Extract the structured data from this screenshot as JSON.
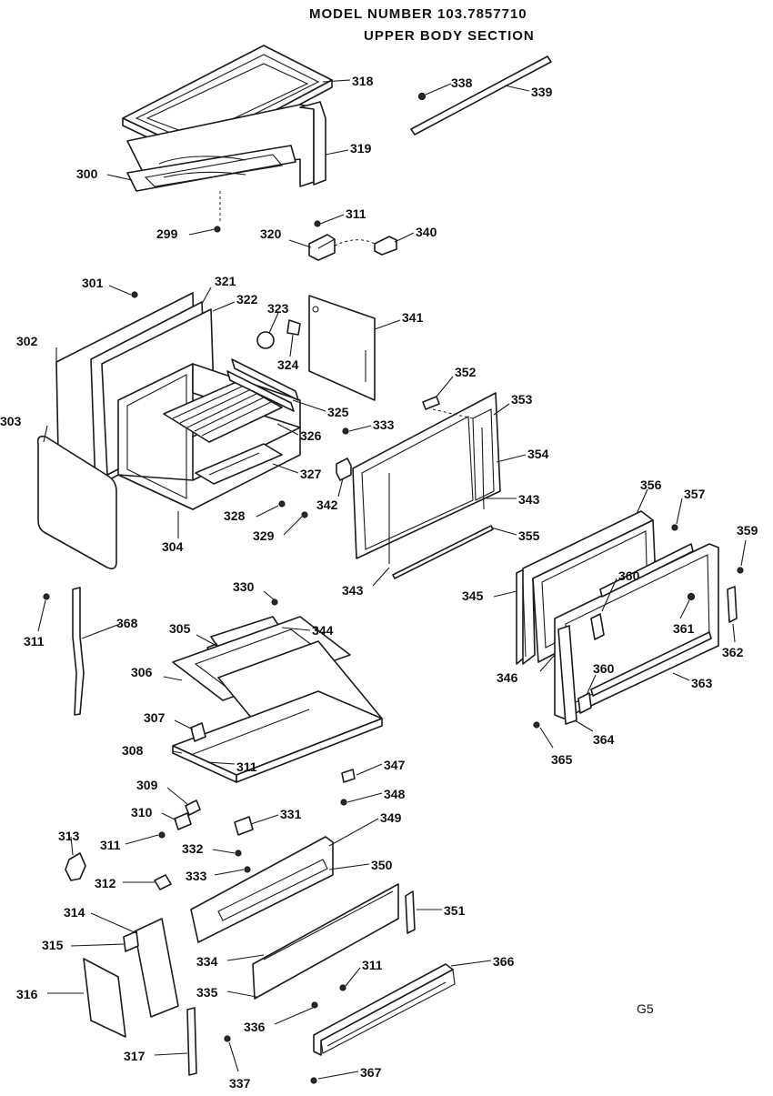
{
  "title": {
    "line1": "MODEL NUMBER 103.7857710",
    "line2": "UPPER BODY SECTION"
  },
  "page_code": "G5",
  "parts": [
    {
      "id": "p318",
      "num": "318"
    },
    {
      "id": "p338",
      "num": "338"
    },
    {
      "id": "p339",
      "num": "339"
    },
    {
      "id": "p319",
      "num": "319"
    },
    {
      "id": "p300",
      "num": "300"
    },
    {
      "id": "p311a",
      "num": "311"
    },
    {
      "id": "p299",
      "num": "299"
    },
    {
      "id": "p320",
      "num": "320"
    },
    {
      "id": "p340",
      "num": "340"
    },
    {
      "id": "p301",
      "num": "301"
    },
    {
      "id": "p321",
      "num": "321"
    },
    {
      "id": "p322",
      "num": "322"
    },
    {
      "id": "p323",
      "num": "323"
    },
    {
      "id": "p341",
      "num": "341"
    },
    {
      "id": "p302",
      "num": "302"
    },
    {
      "id": "p324",
      "num": "324"
    },
    {
      "id": "p352",
      "num": "352"
    },
    {
      "id": "p353",
      "num": "353"
    },
    {
      "id": "p325",
      "num": "325"
    },
    {
      "id": "p303",
      "num": "303"
    },
    {
      "id": "p326",
      "num": "326"
    },
    {
      "id": "p333a",
      "num": "333"
    },
    {
      "id": "p354",
      "num": "354"
    },
    {
      "id": "p327",
      "num": "327"
    },
    {
      "id": "p342",
      "num": "342"
    },
    {
      "id": "p343a",
      "num": "343"
    },
    {
      "id": "p356",
      "num": "356"
    },
    {
      "id": "p357",
      "num": "357"
    },
    {
      "id": "p328",
      "num": "328"
    },
    {
      "id": "p355",
      "num": "355"
    },
    {
      "id": "p359",
      "num": "359"
    },
    {
      "id": "p329",
      "num": "329"
    },
    {
      "id": "p304",
      "num": "304"
    },
    {
      "id": "p343b",
      "num": "343"
    },
    {
      "id": "p360a",
      "num": "360"
    },
    {
      "id": "p345",
      "num": "345"
    },
    {
      "id": "p330",
      "num": "330"
    },
    {
      "id": "p311b",
      "num": "311"
    },
    {
      "id": "p368",
      "num": "368"
    },
    {
      "id": "p305",
      "num": "305"
    },
    {
      "id": "p344",
      "num": "344"
    },
    {
      "id": "p361",
      "num": "361"
    },
    {
      "id": "p362",
      "num": "362"
    },
    {
      "id": "p346",
      "num": "346"
    },
    {
      "id": "p360b",
      "num": "360"
    },
    {
      "id": "p363",
      "num": "363"
    },
    {
      "id": "p306",
      "num": "306"
    },
    {
      "id": "p307",
      "num": "307"
    },
    {
      "id": "p364",
      "num": "364"
    },
    {
      "id": "p308",
      "num": "308"
    },
    {
      "id": "p311c",
      "num": "311"
    },
    {
      "id": "p365",
      "num": "365"
    },
    {
      "id": "p347",
      "num": "347"
    },
    {
      "id": "p309",
      "num": "309"
    },
    {
      "id": "p348",
      "num": "348"
    },
    {
      "id": "p310",
      "num": "310"
    },
    {
      "id": "p331",
      "num": "331"
    },
    {
      "id": "p349",
      "num": "349"
    },
    {
      "id": "p313",
      "num": "313"
    },
    {
      "id": "p311d",
      "num": "311"
    },
    {
      "id": "p332",
      "num": "332"
    },
    {
      "id": "p350",
      "num": "350"
    },
    {
      "id": "p333b",
      "num": "333"
    },
    {
      "id": "p312",
      "num": "312"
    },
    {
      "id": "p351",
      "num": "351"
    },
    {
      "id": "p314",
      "num": "314"
    },
    {
      "id": "p315",
      "num": "315"
    },
    {
      "id": "p334",
      "num": "334"
    },
    {
      "id": "p366",
      "num": "366"
    },
    {
      "id": "p311e",
      "num": "311"
    },
    {
      "id": "p316",
      "num": "316"
    },
    {
      "id": "p335",
      "num": "335"
    },
    {
      "id": "p336",
      "num": "336"
    },
    {
      "id": "p317",
      "num": "317"
    },
    {
      "id": "p367",
      "num": "367"
    },
    {
      "id": "p337",
      "num": "337"
    }
  ]
}
